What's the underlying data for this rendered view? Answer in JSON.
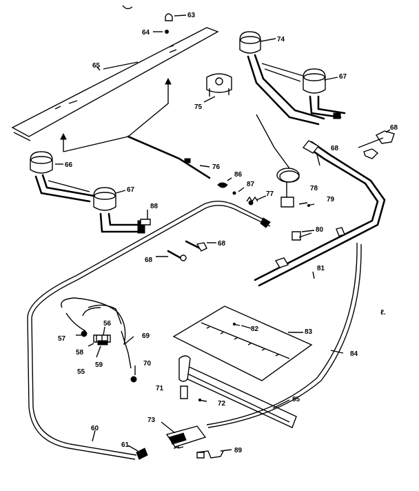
{
  "diagram": {
    "labels": {
      "p55": "55",
      "p56": "56",
      "p57": "57",
      "p58": "58",
      "p59": "59",
      "p60": "60",
      "p61": "61",
      "p63": "63",
      "p64": "64",
      "p65": "65",
      "p66": "66",
      "p67a": "67",
      "p67b": "67",
      "p68a": "68",
      "p68b": "68",
      "p68c": "68",
      "p68d": "68",
      "p69": "69",
      "p70": "70",
      "p71": "71",
      "p72": "72",
      "p73": "73",
      "p74": "74",
      "p75": "75",
      "p76": "76",
      "p77": "77",
      "p78": "78",
      "p79": "79",
      "p80": "80",
      "p81": "81",
      "p82": "82",
      "p83": "83",
      "p84": "84",
      "p85": "85",
      "p86": "86",
      "p87": "87",
      "p88": "88",
      "p89": "89"
    },
    "margin_mark": "ℓ."
  }
}
